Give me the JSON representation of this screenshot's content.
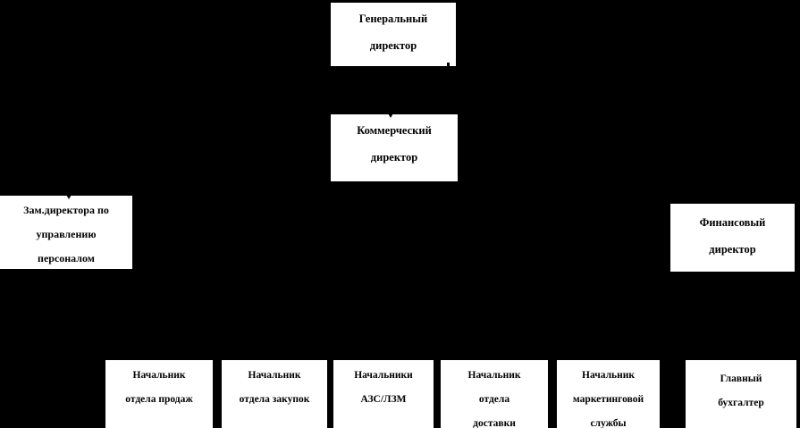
{
  "diagram": {
    "type": "org-chart",
    "background_color": "#000000",
    "box_fill_color": "#ffffff",
    "text_color": "#000000",
    "nodes": [
      {
        "id": "general-director",
        "label": "Генеральный директор",
        "lines": [
          "Генеральный",
          "директор"
        ]
      },
      {
        "id": "commercial-director",
        "label": "Коммерческий директор",
        "lines": [
          "Коммерческий",
          "директор"
        ]
      },
      {
        "id": "deputy-personnel",
        "label": "Зам.директора по управлению персоналом",
        "lines": [
          "Зам.директора по",
          "управлению",
          "персоналом"
        ]
      },
      {
        "id": "financial-director",
        "label": "Финансовый директор",
        "lines": [
          "Финансовый",
          "директор"
        ]
      },
      {
        "id": "head-sales",
        "label": "Начальник отдела продаж",
        "lines": [
          "Начальник",
          "отдела продаж"
        ]
      },
      {
        "id": "head-purchasing",
        "label": "Начальник отдела закупок",
        "lines": [
          "Начальник",
          "отдела закупок"
        ]
      },
      {
        "id": "heads-azs-lzm",
        "label": "Начальники АЗС/ЛЗМ",
        "lines": [
          "Начальники",
          "АЗС/ЛЗМ"
        ]
      },
      {
        "id": "head-delivery",
        "label": "Начальник отдела доставки",
        "lines": [
          "Начальник",
          "отдела",
          "доставки"
        ]
      },
      {
        "id": "head-marketing",
        "label": "Начальник маркетинговой службы",
        "lines": [
          "Начальник",
          "маркетинговой",
          "службы"
        ]
      },
      {
        "id": "chief-accountant",
        "label": "Главный бухгалтер",
        "lines": [
          "Главный",
          "бухгалтер"
        ]
      }
    ]
  }
}
